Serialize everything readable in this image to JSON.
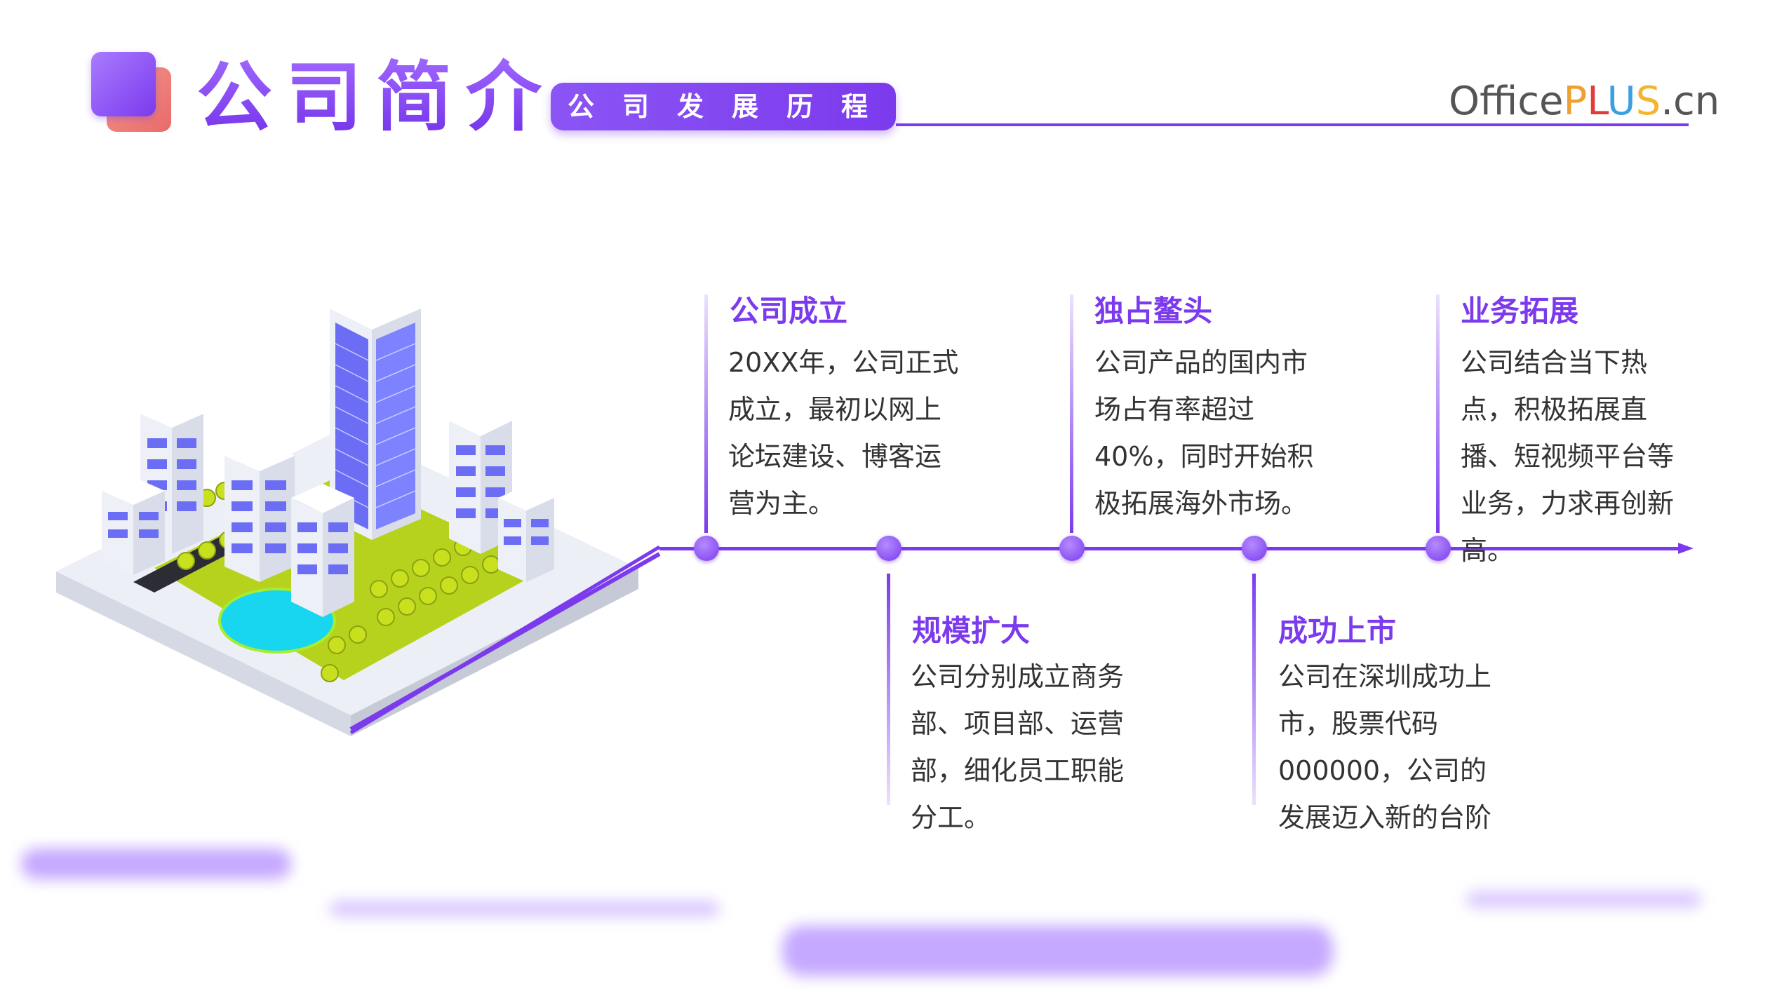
{
  "header": {
    "title": "公司简介",
    "subtitle": "公司发展历程",
    "brand": {
      "office": "Office",
      "p": "P",
      "l": "L",
      "u": "U",
      "s": "S",
      "cn": ".cn"
    }
  },
  "milestones": [
    {
      "title": "公司成立",
      "body": "20XX年，公司正式成立，最初以网上论坛建设、博客运营为主。"
    },
    {
      "title": "规模扩大",
      "body": "公司分别成立商务部、项目部、运营部，细化员工职能分工。"
    },
    {
      "title": "独占鳌头",
      "body": "公司产品的国内市场占有率超过40%，同时开始积极拓展海外市场。"
    },
    {
      "title": "成功上市",
      "body": "公司在深圳成功上市，股票代码000000，公司的发展迈入新的台阶"
    },
    {
      "title": "业务拓展",
      "body": "公司结合当下热点，积极拓展直播、短视频平台等业务，力求再创新高。"
    }
  ],
  "colors": {
    "accent": "#7c3aed",
    "accent_light": "#a87cff",
    "coral": "#e86a6a",
    "text": "#333333"
  },
  "illustration": {
    "icon": "isometric-city-buildings-icon"
  }
}
